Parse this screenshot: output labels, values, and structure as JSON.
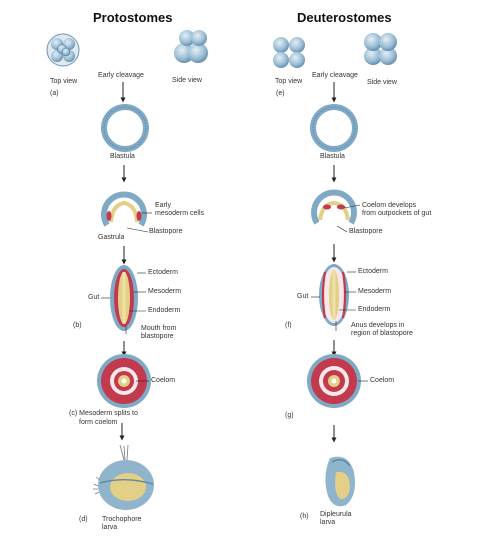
{
  "columns": {
    "left": {
      "heading": "Protostomes",
      "top_view": "Top view",
      "side_view": "Side view",
      "panel_a": "(a)",
      "early_cleavage": "Early cleavage",
      "blastula": "Blastula",
      "early_mesoderm_1": "Early",
      "early_mesoderm_2": "mesoderm cells",
      "blastopore": "Blastopore",
      "gastrula": "Gastrula",
      "ectoderm": "Ectoderm",
      "mesoderm": "Mesoderm",
      "endoderm": "Endoderm",
      "gut": "Gut",
      "panel_b": "(b)",
      "mouth_1": "Mouth from",
      "mouth_2": "blastopore",
      "coelom": "Coelom",
      "splits_1": "(c) Mesoderm splits to",
      "splits_2": "form coelom",
      "panel_d": "(d)",
      "larva_1": "Trochophore",
      "larva_2": "larva"
    },
    "right": {
      "heading": "Deuterostomes",
      "top_view": "Top view",
      "side_view": "Side view",
      "panel_e": "(e)",
      "early_cleavage": "Early cleavage",
      "blastula": "Blastula",
      "coelom_dev_1": "Coelom develops",
      "coelom_dev_2": "from outpockets of gut",
      "blastopore": "Blastopore",
      "ectoderm": "Ectoderm",
      "mesoderm": "Mesoderm",
      "endoderm": "Endoderm",
      "gut": "Gut",
      "panel_f": "(f)",
      "anus_1": "Anus develops in",
      "anus_2": "region of blastopore",
      "coelom": "Coelom",
      "panel_g": "(g)",
      "panel_h": "(h)",
      "larva_1": "Dipleurula",
      "larva_2": "larva"
    }
  },
  "colors": {
    "cell_blue": "#7fa9c4",
    "ectoderm_blue": "#6f94b6",
    "mesoderm_red": "#c23a4e",
    "endoderm_yellow": "#e3cf86",
    "gut_cream": "#efe2a8",
    "arrow": "#222222"
  }
}
